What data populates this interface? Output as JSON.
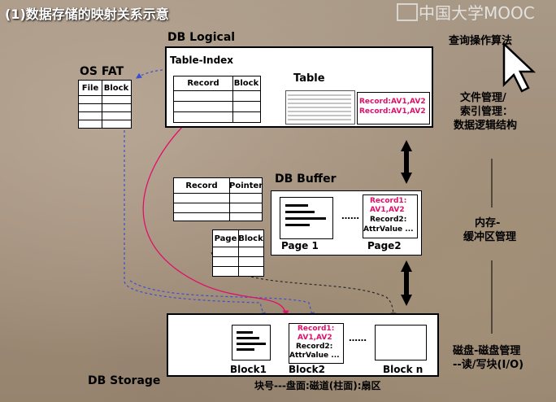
{
  "slide_title": "(1)数据存储的映射关系示意",
  "logo_text": "中国大学MOOC",
  "db_logical": {
    "label": "DB Logical",
    "table_index_label": "Table-Index",
    "table_index_cols": [
      "Record",
      "Block"
    ],
    "table_label": "Table",
    "table_records": [
      "Record:AV1,AV2",
      "Record:AV1,AV2"
    ]
  },
  "os_fat": {
    "label": "OS  FAT",
    "cols": [
      "File",
      "Block"
    ]
  },
  "db_buffer": {
    "label": "DB Buffer",
    "record_pointer_cols": [
      "Record",
      "Pointer"
    ],
    "page_block_cols": [
      "Page",
      "Block"
    ],
    "page1_label": "Page 1",
    "page2_label": "Page2",
    "page2_record1": "Record1:",
    "page2_record1_val": "AV1,AV2",
    "page2_record2": "Record2:",
    "page2_record2_val": "AttrValue ...",
    "dots": "……"
  },
  "db_storage": {
    "label": "DB Storage",
    "block1_label": "Block1",
    "block2_label": "Block2",
    "blockn_label": "Block n",
    "block2_record1": "Record1:",
    "block2_record1_val": "AV1,AV2",
    "block2_record2": "Record2:",
    "block2_record2_val": "AttrValue ...",
    "dots": "……",
    "block_addr": "块号---盘面:磁道(柱面):扇区"
  },
  "right_panel": {
    "algo": "查询操作算法",
    "file_mgmt": [
      "文件管理/",
      "索引管理：",
      "数据逻辑结构"
    ],
    "mem_mgmt": [
      "内存-",
      "缓冲区管理"
    ],
    "disk_mgmt": [
      "磁盘-磁盘管理",
      "--读/写块(I/O)"
    ]
  },
  "colors": {
    "pink": "#e0106a",
    "dashed_blue": "#3a4fd0"
  }
}
